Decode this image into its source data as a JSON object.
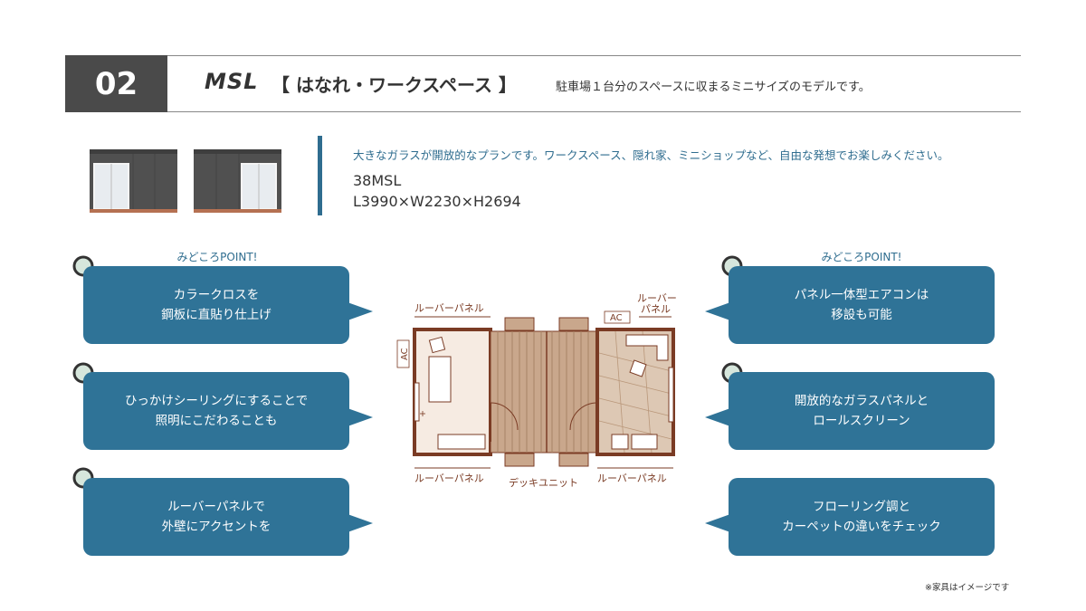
{
  "header": {
    "number": "02",
    "model": "MSL",
    "subtitle": "【 はなれ・ワークスペース 】",
    "description": "駐車場１台分のスペースに収まるミニサイズのモデルです。"
  },
  "intro": {
    "text": "大きなガラスが開放的なプランです。ワークスペース、隠れ家、ミニショップなど、自由な発想でお楽しみください。",
    "code": "38MSL",
    "dimensions": "L3990×W2230×H2694"
  },
  "points": {
    "left_title": "みどころPOINT!",
    "right_title": "みどころPOINT!",
    "left": [
      {
        "line1": "カラークロスを",
        "line2": "鋼板に直貼り仕上げ"
      },
      {
        "line1": "ひっかけシーリングにすることで",
        "line2": "照明にこだわることも"
      },
      {
        "line1": "ルーバーパネルで",
        "line2": "外壁にアクセントを"
      }
    ],
    "right": [
      {
        "line1": "パネル一体型エアコンは",
        "line2": "移設も可能"
      },
      {
        "line1": "開放的なガラスパネルと",
        "line2": "ロールスクリーン"
      },
      {
        "line1": "フローリング調と",
        "line2": "カーペットの違いをチェック"
      }
    ]
  },
  "floorplan": {
    "louver_top_left": "ルーバーパネル",
    "louver_top_right_1": "ルーバー",
    "louver_top_right_2": "パネル",
    "ac_top": "AC",
    "ac_left": "AC",
    "louver_bottom_left": "ルーバーパネル",
    "deck_unit": "デッキユニット",
    "louver_bottom_right": "ルーバーパネル"
  },
  "footnote": "※家具はイメージです",
  "colors": {
    "accent": "#2f7397",
    "dark": "#4a4a4a",
    "wall": "#7a3b24",
    "deck": "#c9a78c"
  },
  "icons": {
    "magnifier": "magnifier-icon"
  }
}
